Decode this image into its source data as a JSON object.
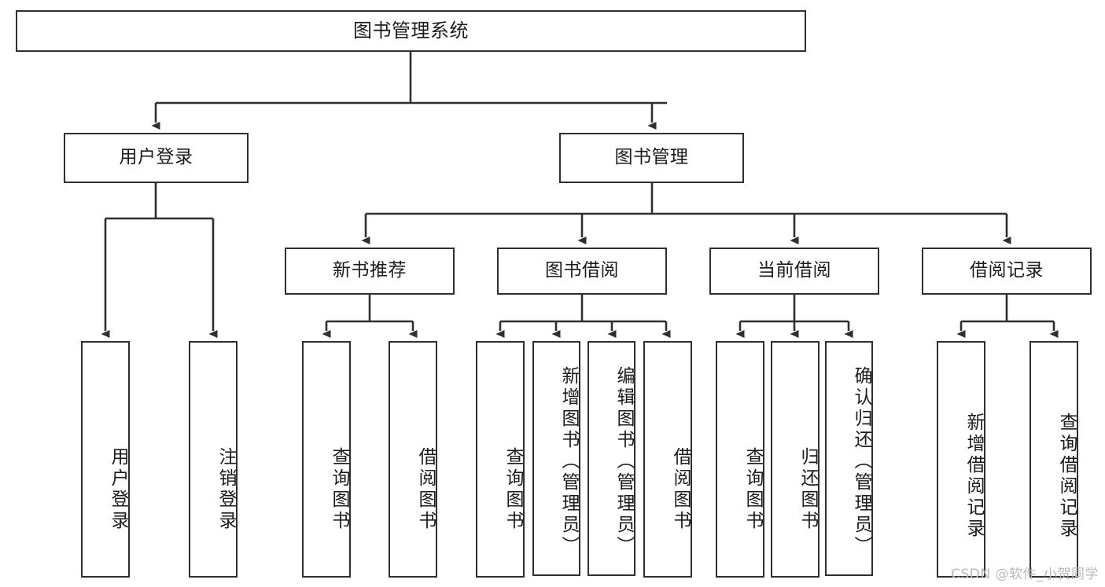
{
  "diagram": {
    "type": "tree-hierarchy",
    "title": "图书管理系统",
    "orientation": "top-down",
    "colors": {
      "box_border": "#2f2f2f",
      "box_fill": "#ffffff",
      "connector": "#2f2f2f",
      "text": "#1b1b1b",
      "watermark": "#b9b9b9",
      "background": "#ffffff"
    },
    "root": {
      "id": "root",
      "label": "图书管理系统"
    },
    "level2": [
      {
        "id": "n-user-login",
        "label": "用户登录"
      },
      {
        "id": "n-book-manage",
        "label": "图书管理"
      }
    ],
    "level3": [
      {
        "id": "n-new-book",
        "label": "新书推荐",
        "parent": "n-book-manage"
      },
      {
        "id": "n-borrow",
        "label": "图书借阅",
        "parent": "n-book-manage"
      },
      {
        "id": "n-current",
        "label": "当前借阅",
        "parent": "n-book-manage"
      },
      {
        "id": "n-records",
        "label": "借阅记录",
        "parent": "n-book-manage"
      }
    ],
    "leaves": [
      {
        "id": "l-user-login",
        "label": "用户登录",
        "parent": "n-user-login"
      },
      {
        "id": "l-user-logout",
        "label": "注销登录",
        "parent": "n-user-login"
      },
      {
        "id": "l-new-query",
        "label": "查询图书",
        "parent": "n-new-book"
      },
      {
        "id": "l-new-borrow",
        "label": "借阅图书",
        "parent": "n-new-book"
      },
      {
        "id": "l-borrow-query",
        "label": "查询图书",
        "parent": "n-borrow"
      },
      {
        "id": "l-borrow-add",
        "label": "新增图书（管理员）",
        "parent": "n-borrow"
      },
      {
        "id": "l-borrow-edit",
        "label": "编辑图书（管理员）",
        "parent": "n-borrow"
      },
      {
        "id": "l-borrow-lend",
        "label": "借阅图书",
        "parent": "n-borrow"
      },
      {
        "id": "l-cur-query",
        "label": "查询图书",
        "parent": "n-current"
      },
      {
        "id": "l-cur-return",
        "label": "归还图书",
        "parent": "n-current"
      },
      {
        "id": "l-cur-confirm",
        "label": "确认归还（管理员）",
        "parent": "n-current"
      },
      {
        "id": "l-rec-add",
        "label": "新增借阅记录",
        "parent": "n-records"
      },
      {
        "id": "l-rec-query",
        "label": "查询借阅记录",
        "parent": "n-records"
      }
    ],
    "watermark": "CSDN @软件_小贺同学"
  }
}
